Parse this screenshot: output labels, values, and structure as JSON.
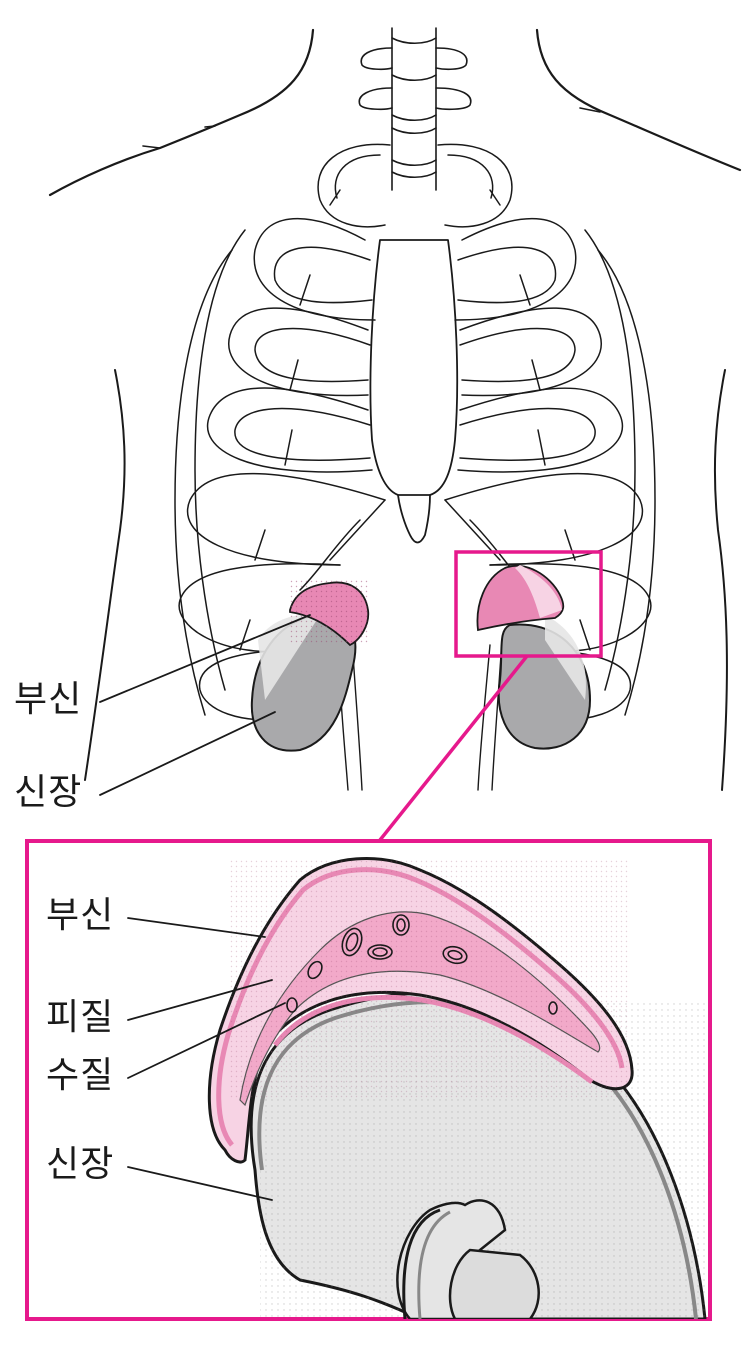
{
  "diagram": {
    "type": "anatomical-illustration",
    "subject": "adrenal glands and kidneys",
    "colors": {
      "accent_magenta": "#e6198c",
      "adrenal_pink": "#e888b4",
      "adrenal_light_pink": "#f7d3e4",
      "adrenal_medulla_pink": "#f2a9c9",
      "kidney_gray": "#a9a9ab",
      "kidney_light_gray": "#e5e5e5",
      "outline": "#1a1a1a"
    },
    "overview": {
      "labels": [
        {
          "id": "adrenal",
          "text": "부신"
        },
        {
          "id": "kidney",
          "text": "신장"
        }
      ],
      "highlight_box": "left adrenal gland (viewer's right)"
    },
    "inset": {
      "labels": [
        {
          "id": "adrenal",
          "text": "부신"
        },
        {
          "id": "cortex",
          "text": "피질"
        },
        {
          "id": "medulla",
          "text": "수질"
        },
        {
          "id": "kidney",
          "text": "신장"
        }
      ]
    }
  }
}
